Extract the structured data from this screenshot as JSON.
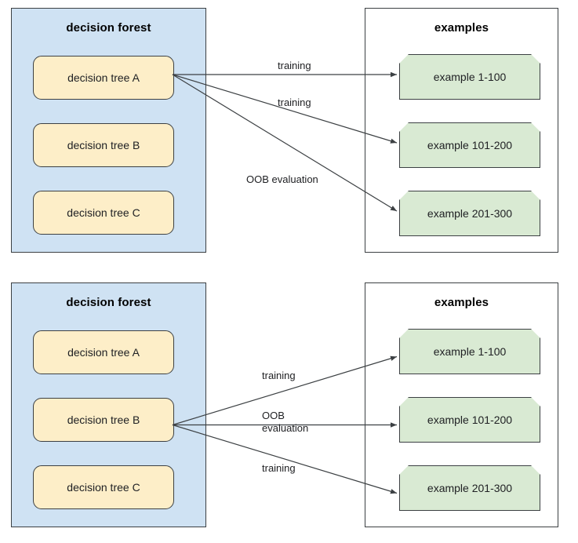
{
  "diagrams": [
    {
      "id": "tree-a-diagram",
      "forest": {
        "title": "decision forest",
        "trees": [
          {
            "label": "decision tree A"
          },
          {
            "label": "decision tree B"
          },
          {
            "label": "decision tree C"
          }
        ]
      },
      "examples": {
        "title": "examples",
        "items": [
          {
            "label": "example 1-100"
          },
          {
            "label": "example 101-200"
          },
          {
            "label": "example 201-300"
          }
        ]
      },
      "edges": [
        {
          "from": "decision tree A",
          "to": "example 1-100",
          "label": "training"
        },
        {
          "from": "decision tree A",
          "to": "example 101-200",
          "label": "training"
        },
        {
          "from": "decision tree A",
          "to": "example 201-300",
          "label": "OOB evaluation"
        }
      ]
    },
    {
      "id": "tree-b-diagram",
      "forest": {
        "title": "decision forest",
        "trees": [
          {
            "label": "decision tree A"
          },
          {
            "label": "decision tree B"
          },
          {
            "label": "decision tree C"
          }
        ]
      },
      "examples": {
        "title": "examples",
        "items": [
          {
            "label": "example 1-100"
          },
          {
            "label": "example 101-200"
          },
          {
            "label": "example 201-300"
          }
        ]
      },
      "edges": [
        {
          "from": "decision tree B",
          "to": "example 1-100",
          "label": "training"
        },
        {
          "from": "decision tree B",
          "to": "example 101-200",
          "label": "OOB\nevaluation",
          "label_line1": "OOB",
          "label_line2": "evaluation"
        },
        {
          "from": "decision tree B",
          "to": "example 201-300",
          "label": "training"
        }
      ]
    }
  ],
  "colors": {
    "forest_panel_fill": "#cfe2f3",
    "tree_box_fill": "#fdeec8",
    "example_box_fill": "#d9ead3",
    "stroke": "#3c4043",
    "text": "#202124"
  }
}
